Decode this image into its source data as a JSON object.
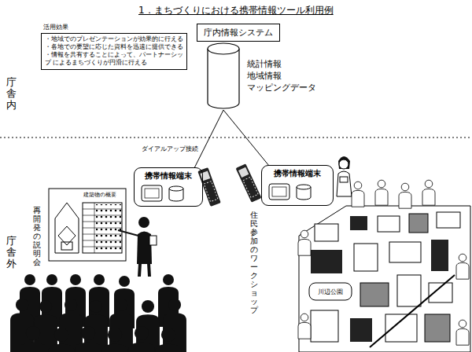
{
  "diagram": {
    "title": "1．まちづくりにおける携帯情報ツール利用例",
    "nodes": [
      {
        "text": [
          "活用効果",
          "・地域でのプレゼンテーションが効果的に行える",
          "・各地での要望に応じた資料を迅速に提供できる",
          "・情報を共有することによって、パートナーシップ によるまちづくりが円滑に行える"
        ]
      },
      {
        "text": [
          "庁内情報システム"
        ]
      },
      {
        "text": [
          "統計情報",
          "地域情報",
          "マッピングデータ"
        ]
      },
      {
        "text": [
          "携帯情報端末"
        ]
      },
      {
        "text": [
          "携帯情報端末"
        ]
      }
    ],
    "edges": [
      {
        "from": 2,
        "to": 3,
        "arrow": "none"
      },
      {
        "from": 2,
        "to": 4,
        "arrow": "none"
      }
    ],
    "labels": [
      "庁舎内",
      "ダイアルアップ接続",
      "建築物の概要",
      "再開発の説明会",
      "住民参加のワークショップ",
      "川辺公園",
      "庁舎外"
    ]
  }
}
